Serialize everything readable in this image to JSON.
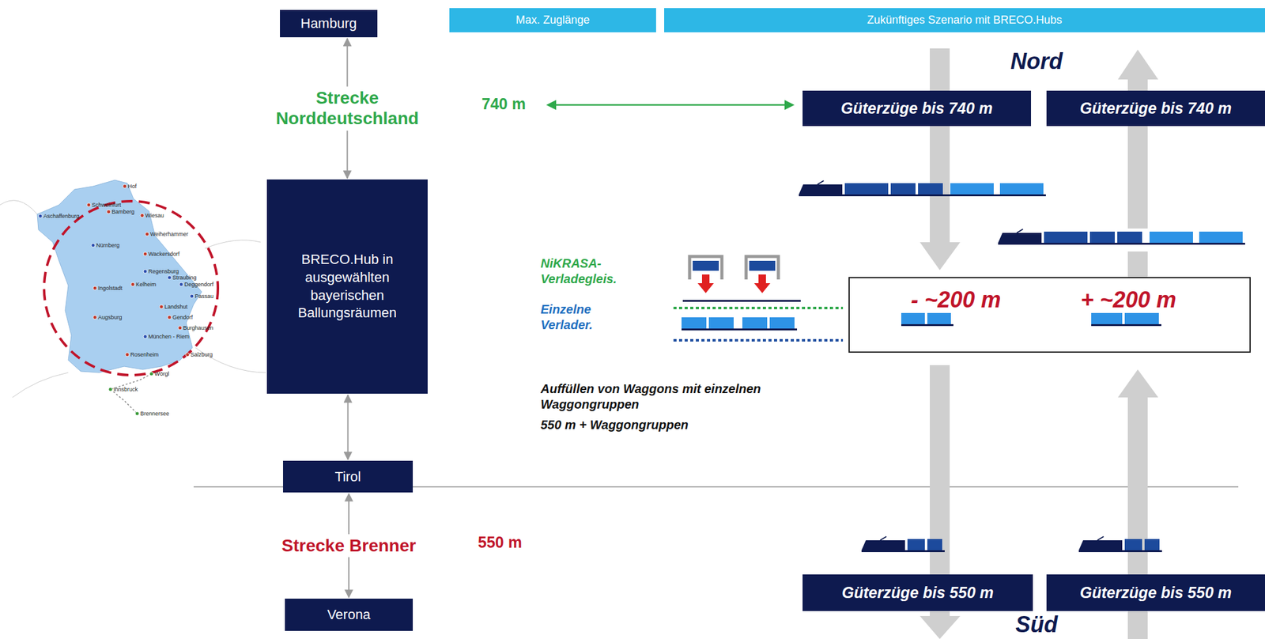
{
  "diagram": {
    "nodes": [
      {
        "text": [
          "Hamburg"
        ]
      },
      {
        "text": [
          "Max. Zuglänge"
        ]
      },
      {
        "text": [
          "Zukünftiges Szenario mit BRECO.Hubs"
        ]
      },
      {
        "text": [
          "Güterzüge bis 740 m"
        ]
      },
      {
        "text": [
          "Güterzüge bis 740 m"
        ]
      },
      {
        "text": [
          "BRECO.Hub in ausgewählten bayerischen Ballungsräumen"
        ]
      },
      {
        "text": [
          "- ~200 m",
          "+ ~200 m"
        ]
      },
      {
        "text": [
          "Tirol"
        ]
      },
      {
        "text": [
          "Güterzüge bis 550 m"
        ]
      },
      {
        "text": [
          "Güterzüge bis 550 m"
        ]
      },
      {
        "text": [
          "Verona"
        ]
      }
    ],
    "edges": [
      {
        "from": 0,
        "to": 5,
        "label": "Strecke Norddeutschland",
        "arrow": "both"
      },
      {
        "from": 5,
        "to": 7,
        "arrow": "both"
      },
      {
        "from": 7,
        "to": 10,
        "label": "Strecke Brenner",
        "arrow": "both"
      }
    ],
    "labels": [
      "Nord",
      "Süd",
      "740 m",
      "550 m",
      "NiKRASA-Verladegleis.",
      "Einzelne Verlader.",
      "Auffüllen von Waggons mit einzelnen Waggongruppen",
      "550 m + Waggongruppen",
      "Hof",
      "Schweinfurt",
      "Bamberg",
      "Wiesau",
      "Aschaffenburg",
      "Weiherhammer",
      "Nürnberg",
      "Wackersdorf",
      "Regensburg",
      "Straubing",
      "Kelheim",
      "Deggendorf",
      "Ingolstadt",
      "Passau",
      "Landshut",
      "Augsburg",
      "Gendorf",
      "Burghausen",
      "München - Riem",
      "Rosenheim",
      "Salzburg",
      "Wörgl",
      "Innsbruck",
      "Brennersee"
    ]
  }
}
